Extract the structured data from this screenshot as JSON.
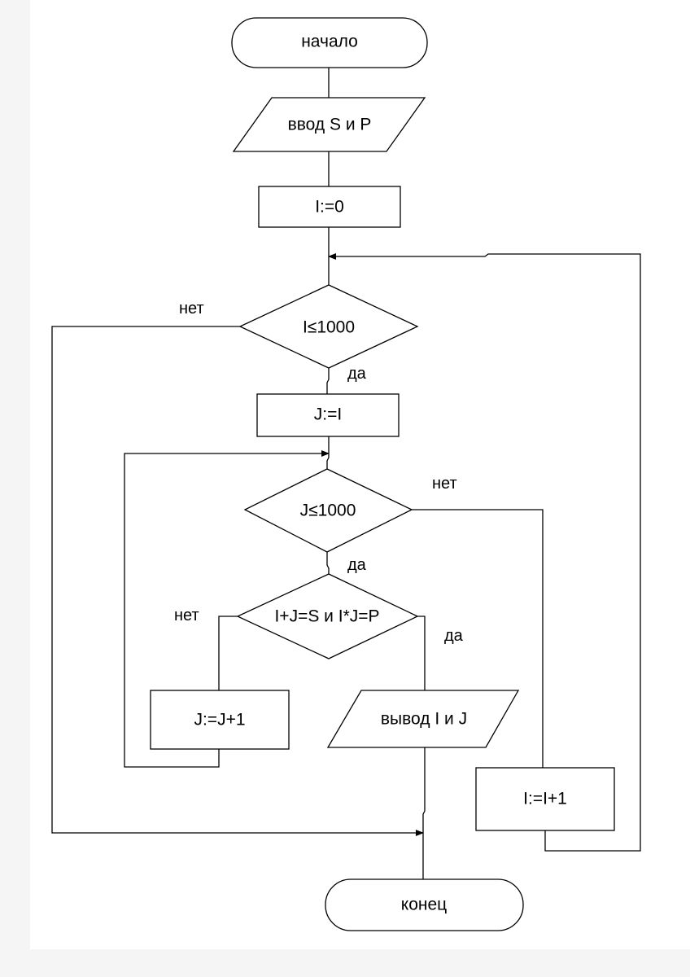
{
  "flowchart": {
    "start": "начало",
    "input": "ввод S и P",
    "init_i": "I:=0",
    "cond_i": "I≤1000",
    "assign_j": "J:=I",
    "cond_j": "J≤1000",
    "cond_check": "I+J=S и I*J=P",
    "inc_j": "J:=J+1",
    "output": "вывод I и J",
    "inc_i": "I:=I+1",
    "end": "конец"
  },
  "labels": {
    "no": "нет",
    "yes": "да"
  }
}
